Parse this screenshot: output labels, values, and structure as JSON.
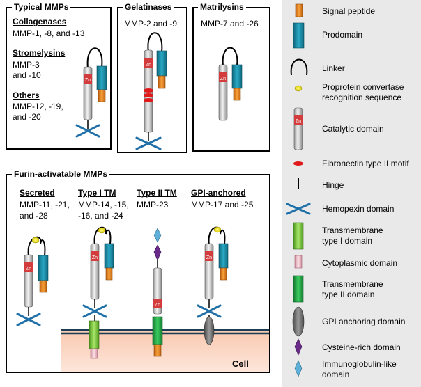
{
  "typical": {
    "title": "Typical MMPs",
    "collagenases_title": "Collagenases",
    "collagenases_members": "MMP-1, -8, and -13",
    "stromelysins_title": "Stromelysins",
    "stromelysins_members_line1": "MMP-3",
    "stromelysins_members_line2": "and -10",
    "others_title": "Others",
    "others_members_line1": "MMP-12, -19,",
    "others_members_line2": "and -20"
  },
  "gelatinases": {
    "title": "Gelatinases",
    "members": "MMP-2 and -9"
  },
  "matrilysins": {
    "title": "Matrilysins",
    "members": "MMP-7 and -26"
  },
  "furin": {
    "title": "Furin-activatable MMPs",
    "secreted_title": "Secreted",
    "secreted_line1": "MMP-11, -21,",
    "secreted_line2": "and -28",
    "type1_title": "Type I TM",
    "type1_line1": "MMP-14, -15,",
    "type1_line2": "-16, and -24",
    "type2_title": "Type II TM",
    "type2_line1": "MMP-23",
    "gpi_title": "GPI-anchored",
    "gpi_line1": "MMP-17 and -25",
    "cell_label": "Cell"
  },
  "zn_label": "Zn",
  "legend": [
    {
      "label": "Signal peptide",
      "icon": "signal-peptide-icon"
    },
    {
      "label": "Prodomain",
      "icon": "prodomain-icon"
    },
    {
      "label": "Linker",
      "icon": "linker-icon"
    },
    {
      "label": "Proprotein convertase\nrecognition sequence",
      "icon": "proprotein-convertase-icon"
    },
    {
      "label": "Catalytic domain",
      "icon": "catalytic-domain-icon"
    },
    {
      "label": "Fibronectin type II motif",
      "icon": "fibronectin-icon"
    },
    {
      "label": "Hinge",
      "icon": "hinge-icon"
    },
    {
      "label": "Hemopexin domain",
      "icon": "hemopexin-icon"
    },
    {
      "label": "Transmembrane\ntype I domain",
      "icon": "transmembrane-type1-icon"
    },
    {
      "label": "Cytoplasmic domain",
      "icon": "cytoplasmic-domain-icon"
    },
    {
      "label": "Transmembrane\ntype II domain",
      "icon": "transmembrane-type2-icon"
    },
    {
      "label": "GPI anchoring domain",
      "icon": "gpi-anchor-icon"
    },
    {
      "label": "Cysteine-rich domain",
      "icon": "cysteine-rich-icon"
    },
    {
      "label": "Immunoglobulin-like\ndomain",
      "icon": "immunoglobulin-like-icon"
    }
  ],
  "colors": {
    "signal": "#e8891e",
    "prodomain": "#1e8fa8",
    "catalytic": "#c8c8c8",
    "zn": "#d23c3c",
    "hemopexin": "#1f6fa8",
    "tm1": "#7ccf3c",
    "cyto": "#f0b8c4",
    "tm2": "#2aa84a",
    "gpi": "#6e6e6e",
    "cys": "#6a2a8a",
    "ig": "#5fb0d8",
    "pc": "#f2e21c",
    "membrane": "#1b3e55",
    "cytoplasm": "#f9c9b2"
  }
}
